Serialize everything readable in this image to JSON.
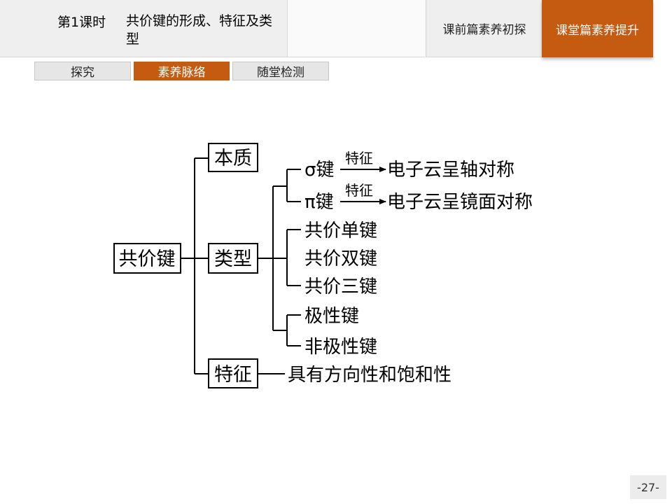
{
  "header": {
    "lesson_number": "第1课时",
    "lesson_title": "共价键的形成、特征及类型",
    "tabs": [
      {
        "label": "课前篇素养初探",
        "active": false
      },
      {
        "label": "课堂篇素养提升",
        "active": true
      }
    ]
  },
  "subtabs": [
    {
      "label": "探究",
      "active": false
    },
    {
      "label": "素养脉络",
      "active": true
    },
    {
      "label": "随堂检测",
      "active": false
    }
  ],
  "diagram": {
    "root": "共价键",
    "branches": {
      "nature": "本质",
      "types": "类型",
      "features": "特征"
    },
    "sigma": {
      "name": "σ键",
      "arrow_label": "特征",
      "result": "电子云呈轴对称"
    },
    "pi": {
      "name": "π键",
      "arrow_label": "特征",
      "result": "电子云呈镜面对称"
    },
    "bond_count": [
      "共价单键",
      "共价双键",
      "共价三键"
    ],
    "polarity": [
      "极性键",
      "非极性键"
    ],
    "features_text": "具有方向性和饱和性"
  },
  "page_number": "-27-",
  "colors": {
    "accent": "#c55a11",
    "header_bg": "#efefef"
  }
}
